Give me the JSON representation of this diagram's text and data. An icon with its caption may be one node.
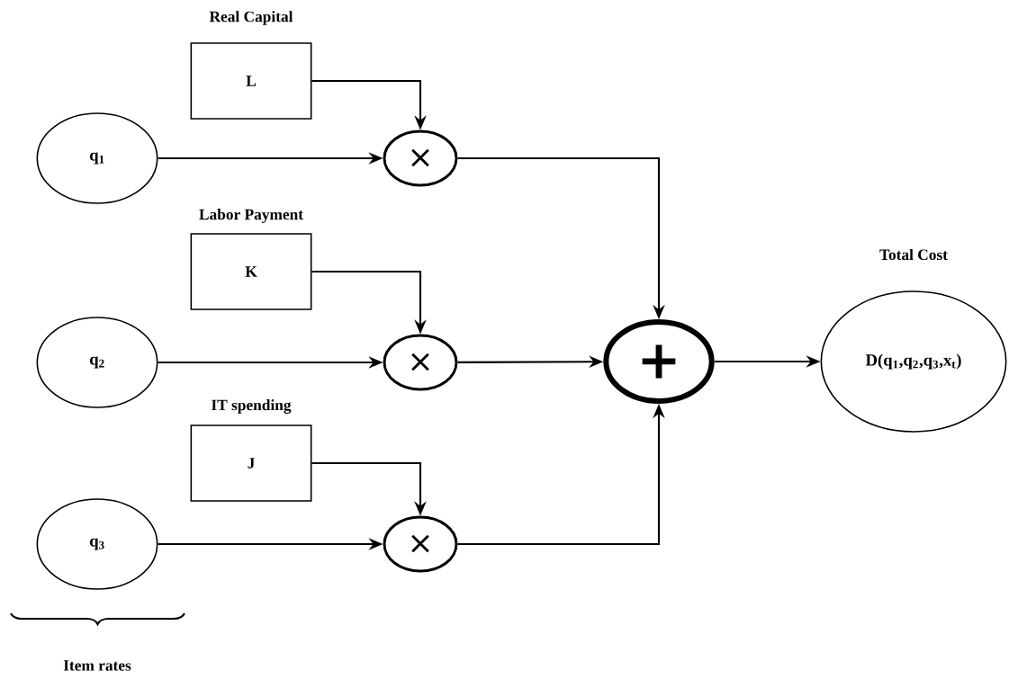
{
  "diagram": {
    "nodes": [
      {
        "text": [
          "L"
        ],
        "beside": [
          "Real Capital"
        ]
      },
      {
        "text": [
          "q$_{1}$"
        ]
      },
      {
        "text": [
          "×"
        ]
      },
      {
        "text": [
          "K"
        ],
        "beside": [
          "Labor Payment"
        ]
      },
      {
        "text": [
          "q$_{2}$"
        ]
      },
      {
        "text": [
          "×"
        ]
      },
      {
        "text": [
          "J"
        ],
        "beside": [
          "IT spending"
        ]
      },
      {
        "text": [
          "q$_{3}$"
        ]
      },
      {
        "text": [
          "×"
        ]
      },
      {
        "text": [
          "+"
        ]
      },
      {
        "text": [
          "D(q$_{1}$,q$_{2}$,q$_{3}$,x$_{t}$)"
        ],
        "beside": [
          "Total Cost"
        ]
      }
    ],
    "edges": [
      {
        "from": 0,
        "to": 2,
        "arrow": "to"
      },
      {
        "from": 1,
        "to": 2,
        "arrow": "to"
      },
      {
        "from": 3,
        "to": 5,
        "arrow": "to"
      },
      {
        "from": 4,
        "to": 5,
        "arrow": "to"
      },
      {
        "from": 6,
        "to": 8,
        "arrow": "to"
      },
      {
        "from": 7,
        "to": 8,
        "arrow": "to"
      },
      {
        "from": 2,
        "to": 9,
        "arrow": "to"
      },
      {
        "from": 5,
        "to": 9,
        "arrow": "to"
      },
      {
        "from": 8,
        "to": 9,
        "arrow": "to"
      },
      {
        "from": 9,
        "to": 10,
        "arrow": "to"
      }
    ],
    "labels": [
      "Item rates"
    ]
  }
}
